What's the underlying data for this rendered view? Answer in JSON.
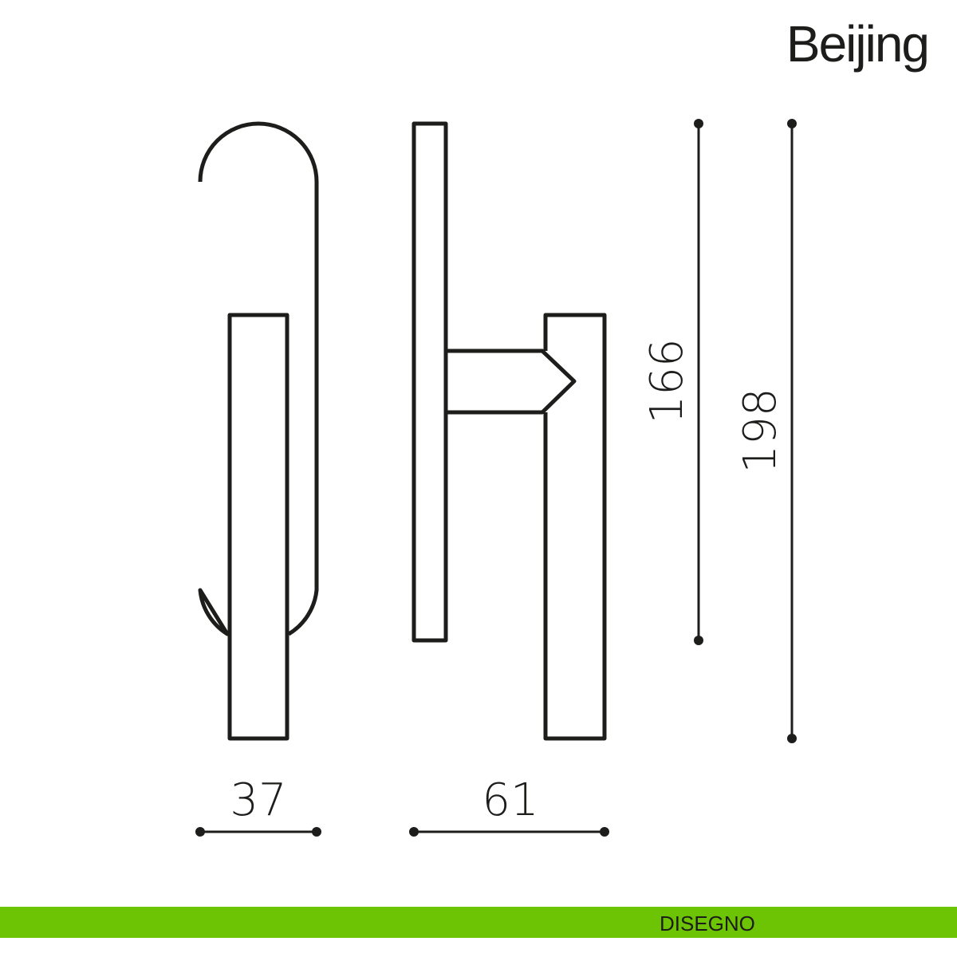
{
  "title": "Beijing",
  "dimensions": {
    "width_handle": "37",
    "projection": "61",
    "height_plate": "166",
    "height_total": "198"
  },
  "footer": {
    "label": "DISEGNO"
  },
  "colors": {
    "line": "#1d1d1b",
    "accent": "#6cc404"
  }
}
